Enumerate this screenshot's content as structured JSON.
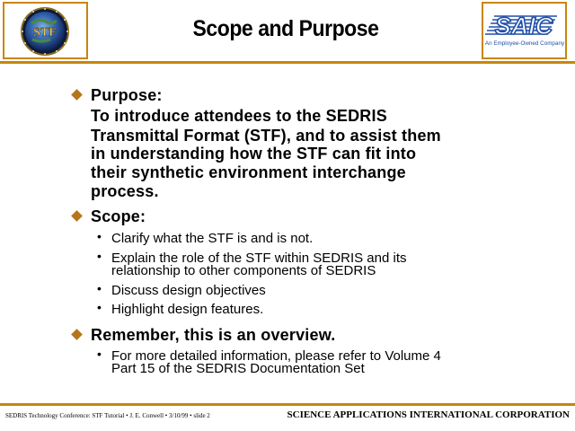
{
  "header": {
    "title": "Scope and Purpose",
    "left_logo_text": "STF",
    "right_logo_brand": "SAIC",
    "right_logo_caption": "An Employee-Owned Company"
  },
  "content": {
    "bullets": [
      {
        "heading": "Purpose:",
        "lines": [
          "To introduce attendees to the SEDRIS",
          "Transmittal Format (STF), and to  assist them",
          "in understanding how the STF can fit into",
          "their synthetic environment interchange",
          "process."
        ]
      },
      {
        "heading": "Scope:",
        "items": [
          [
            "Clarify what the STF is and is not."
          ],
          [
            "Explain the role of the STF within SEDRIS and its",
            "relationship to other components of SEDRIS"
          ],
          [
            "Discuss design objectives"
          ],
          [
            "Highlight design features."
          ]
        ]
      },
      {
        "heading": "Remember, this is an overview.",
        "items": [
          [
            "For more detailed information, please refer to Volume 4",
            "Part 15 of the SEDRIS Documentation Set"
          ]
        ]
      }
    ]
  },
  "footer": {
    "left": "SEDRIS Technology Conference: STF Tutorial • J. E. Conwell • 3/10/99 • slide 2",
    "right": "SCIENCE APPLICATIONS INTERNATIONAL CORPORATION"
  },
  "colors": {
    "accent": "#c8860a",
    "bullet": "#b5751b",
    "saic_blue": "#1f4fa8"
  }
}
